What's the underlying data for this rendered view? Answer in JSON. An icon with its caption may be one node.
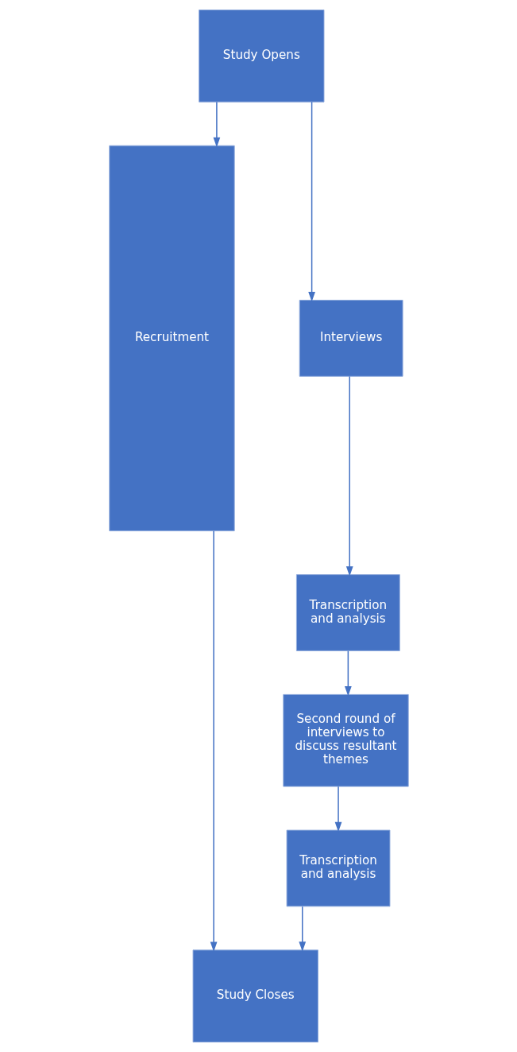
{
  "diagram": {
    "nodes": [
      {
        "text": [
          "Study Opens"
        ]
      },
      {
        "text": [
          "Recruitment"
        ]
      },
      {
        "text": [
          "Interviews"
        ]
      },
      {
        "text": [
          "Transcription and analysis"
        ]
      },
      {
        "text": [
          "Second round of interviews to discuss resultant themes"
        ]
      },
      {
        "text": [
          "Transcription and analysis"
        ]
      },
      {
        "text": [
          "Study Closes"
        ]
      }
    ],
    "edges": [
      {
        "from": 0,
        "to": 1,
        "arrow": "to"
      },
      {
        "from": 0,
        "to": 2,
        "arrow": "to"
      },
      {
        "from": 2,
        "to": 3,
        "arrow": "to"
      },
      {
        "from": 3,
        "to": 4,
        "arrow": "to"
      },
      {
        "from": 4,
        "to": 5,
        "arrow": "to"
      },
      {
        "from": 1,
        "to": 6,
        "arrow": "to"
      },
      {
        "from": 5,
        "to": 6,
        "arrow": "to"
      }
    ]
  }
}
